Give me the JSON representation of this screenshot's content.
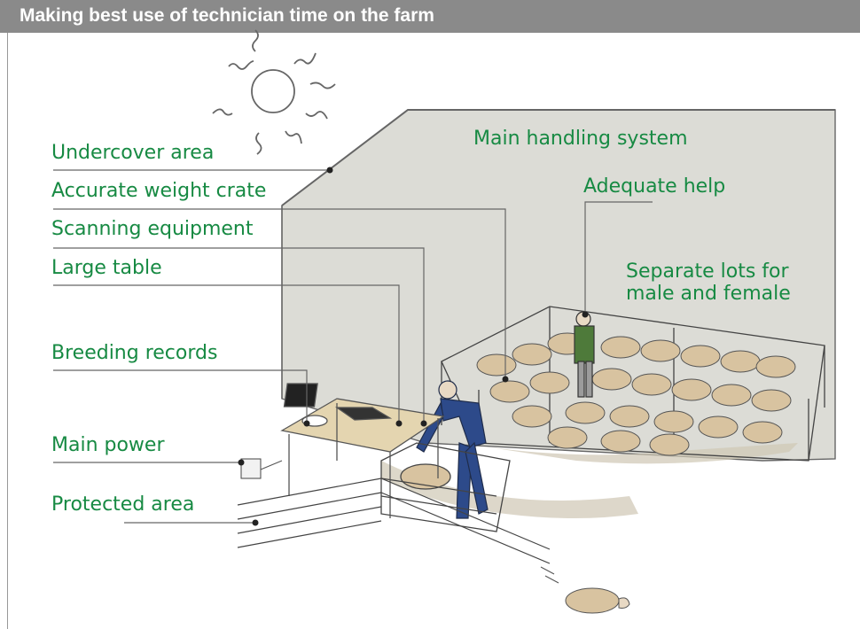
{
  "header": {
    "title": "Making best use of technician time on the farm"
  },
  "callouts": {
    "undercover_area": "Undercover area",
    "accurate_weight_crate": "Accurate weight crate",
    "scanning_equipment": "Scanning equipment",
    "large_table": "Large table",
    "breeding_records": "Breeding records",
    "main_power": "Main power",
    "protected_area": "Protected area",
    "main_handling_system": "Main handling system",
    "adequate_help": "Adequate help",
    "separate_lots_line1": "Separate lots for",
    "separate_lots_line2": "male and female"
  },
  "colors": {
    "header_bg": "#8a8a8a",
    "label_green": "#178a43",
    "wall_gray": "#dcdcd6",
    "sheep": "#d8c3a0"
  }
}
